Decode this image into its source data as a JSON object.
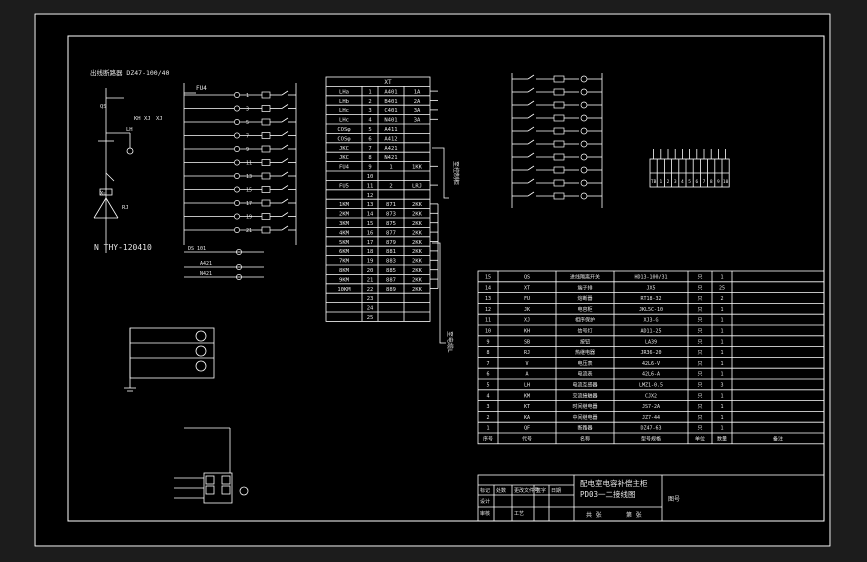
{
  "left_panel": {
    "feeder_caption": "出线断路器 DZ47-100/40",
    "x_labels": [
      "QS",
      "KH",
      "LH",
      "XJ",
      "XJ",
      "Xu",
      "RJ"
    ],
    "type_caption": "N THY-120410",
    "fu_label": "FU4",
    "terminal_numbers": [
      "1",
      "3",
      "5",
      "7",
      "9",
      "11",
      "13",
      "15",
      "17",
      "19",
      "21"
    ],
    "lower_labels": [
      "DS 101",
      "A421",
      "N421"
    ]
  },
  "terminal_table": {
    "header": "XT",
    "rows": [
      {
        "name": "LHa",
        "no": "1",
        "wire": "A401",
        "dest": "1A"
      },
      {
        "name": "LHb",
        "no": "2",
        "wire": "B401",
        "dest": "2A"
      },
      {
        "name": "LHc",
        "no": "3",
        "wire": "C401",
        "dest": "3A"
      },
      {
        "name": "LHc",
        "no": "4",
        "wire": "N401",
        "dest": "3A"
      },
      {
        "name": "COSφ",
        "no": "5",
        "wire": "A411",
        "dest": ""
      },
      {
        "name": "COSφ",
        "no": "6",
        "wire": "A412",
        "dest": ""
      },
      {
        "name": "JKC",
        "no": "7",
        "wire": "A421",
        "dest": ""
      },
      {
        "name": "JKC",
        "no": "8",
        "wire": "N421",
        "dest": ""
      },
      {
        "name": "FU4",
        "no": "9",
        "wire": "1",
        "dest": "1KK"
      },
      {
        "name": "",
        "no": "10",
        "wire": "",
        "dest": ""
      },
      {
        "name": "FU5",
        "no": "11",
        "wire": "2",
        "dest": "LRJ"
      },
      {
        "name": "",
        "no": "12",
        "wire": "",
        "dest": ""
      },
      {
        "name": "1KM",
        "no": "13",
        "wire": "871",
        "dest": "2KK"
      },
      {
        "name": "2KM",
        "no": "14",
        "wire": "873",
        "dest": "2KK"
      },
      {
        "name": "3KM",
        "no": "15",
        "wire": "875",
        "dest": "2KK"
      },
      {
        "name": "4KM",
        "no": "16",
        "wire": "877",
        "dest": "2KK"
      },
      {
        "name": "5KM",
        "no": "17",
        "wire": "879",
        "dest": "2KK"
      },
      {
        "name": "6KM",
        "no": "18",
        "wire": "881",
        "dest": "2KK"
      },
      {
        "name": "7KM",
        "no": "19",
        "wire": "883",
        "dest": "2KK"
      },
      {
        "name": "8KM",
        "no": "20",
        "wire": "885",
        "dest": "2KK"
      },
      {
        "name": "9KM",
        "no": "21",
        "wire": "887",
        "dest": "2KK"
      },
      {
        "name": "10KM",
        "no": "22",
        "wire": "889",
        "dest": "2KK"
      },
      {
        "name": "",
        "no": "23",
        "wire": "",
        "dest": ""
      },
      {
        "name": "",
        "no": "24",
        "wire": "",
        "dest": ""
      },
      {
        "name": "",
        "no": "25",
        "wire": "",
        "dest": ""
      }
    ],
    "side_label_top": "至控制柜",
    "side_label_bottom": "至电缆L"
  },
  "bom_table": {
    "rows": [
      {
        "no": "15",
        "code": "QS",
        "name": "进线隔离开关",
        "spec": "HD13-100/31",
        "unit": "只",
        "qty": "1"
      },
      {
        "no": "14",
        "code": "XT",
        "name": "端子排",
        "spec": "JX5",
        "unit": "只",
        "qty": "25"
      },
      {
        "no": "13",
        "code": "FU",
        "name": "熔断器",
        "spec": "RT18-32",
        "unit": "只",
        "qty": "2"
      },
      {
        "no": "12",
        "code": "JK",
        "name": "电容柜",
        "spec": "JKL5C-10",
        "unit": "只",
        "qty": "1"
      },
      {
        "no": "11",
        "code": "XJ",
        "name": "相序保护",
        "spec": "XJ3-G",
        "unit": "只",
        "qty": "1"
      },
      {
        "no": "10",
        "code": "KH",
        "name": "信号灯",
        "spec": "AD11-25",
        "unit": "只",
        "qty": "1"
      },
      {
        "no": "9",
        "code": "SB",
        "name": "按钮",
        "spec": "LA39",
        "unit": "只",
        "qty": "1"
      },
      {
        "no": "8",
        "code": "RJ",
        "name": "热继电器",
        "spec": "JR36-20",
        "unit": "只",
        "qty": "1"
      },
      {
        "no": "7",
        "code": "V",
        "name": "电压表",
        "spec": "42L6-V",
        "unit": "只",
        "qty": "1"
      },
      {
        "no": "6",
        "code": "A",
        "name": "电流表",
        "spec": "42L6-A",
        "unit": "只",
        "qty": "1"
      },
      {
        "no": "5",
        "code": "LH",
        "name": "电流互感器",
        "spec": "LMZ1-0.5",
        "unit": "只",
        "qty": "3"
      },
      {
        "no": "4",
        "code": "KM",
        "name": "交流接触器",
        "spec": "CJX2",
        "unit": "只",
        "qty": "1"
      },
      {
        "no": "3",
        "code": "KT",
        "name": "时间继电器",
        "spec": "JS7-2A",
        "unit": "只",
        "qty": "1"
      },
      {
        "no": "2",
        "code": "KA",
        "name": "中间继电器",
        "spec": "JZ7-44",
        "unit": "只",
        "qty": "1"
      },
      {
        "no": "1",
        "code": "QF",
        "name": "断路器",
        "spec": "DZ47-63",
        "unit": "只",
        "qty": "1"
      }
    ],
    "header": {
      "no": "序号",
      "code": "代号",
      "name": "名称",
      "spec": "型号规格",
      "unit": "单位",
      "qty": "数量",
      "remark": "备注"
    }
  },
  "title_block": {
    "title_line1": "配电室电容补偿主柜",
    "title_line2": "PD03一二接线图",
    "drawing_no_label": "图号",
    "sheets_label": "共 张",
    "sheet_label": "第 张",
    "roles": [
      "标记",
      "处数",
      "更改文件号",
      "签字",
      "日期",
      "设计",
      "审核",
      "工艺"
    ]
  },
  "small_terminal_panel": {
    "labels": [
      "TB",
      "1",
      "2",
      "3",
      "4",
      "5",
      "6",
      "7",
      "8",
      "9",
      "10"
    ]
  },
  "colors": {
    "sheet_bg": "#000000",
    "window_bg": "#1c1c1c",
    "line": "#ffffff",
    "wire_yellow": "#e8d23a",
    "accent_red": "#e03a3a"
  }
}
